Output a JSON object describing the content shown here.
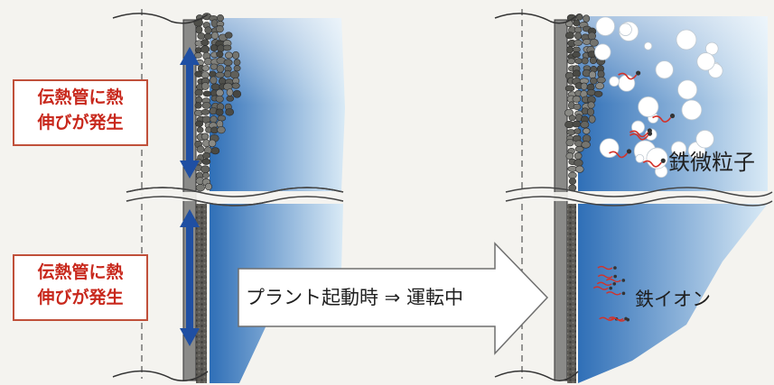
{
  "labels": {
    "thermal_expansion_top": [
      "伝熱管に熱",
      "伸びが発生"
    ],
    "thermal_expansion_bottom": [
      "伝熱管に熱",
      "伸びが発生"
    ],
    "transition": "プラント起動時 ⇒ 運転中",
    "iron_particles": "鉄微粒子",
    "iron_ions": "鉄イオン"
  },
  "colors": {
    "label_text": "#c8281c",
    "label_border": "#c0503a",
    "water_light": "#e6f1f9",
    "water_dark": "#2f6fb7",
    "arrow_blue": "#1f4fa3",
    "tube_wall": "#8a8a88",
    "ion_marks": "#d2322a"
  }
}
